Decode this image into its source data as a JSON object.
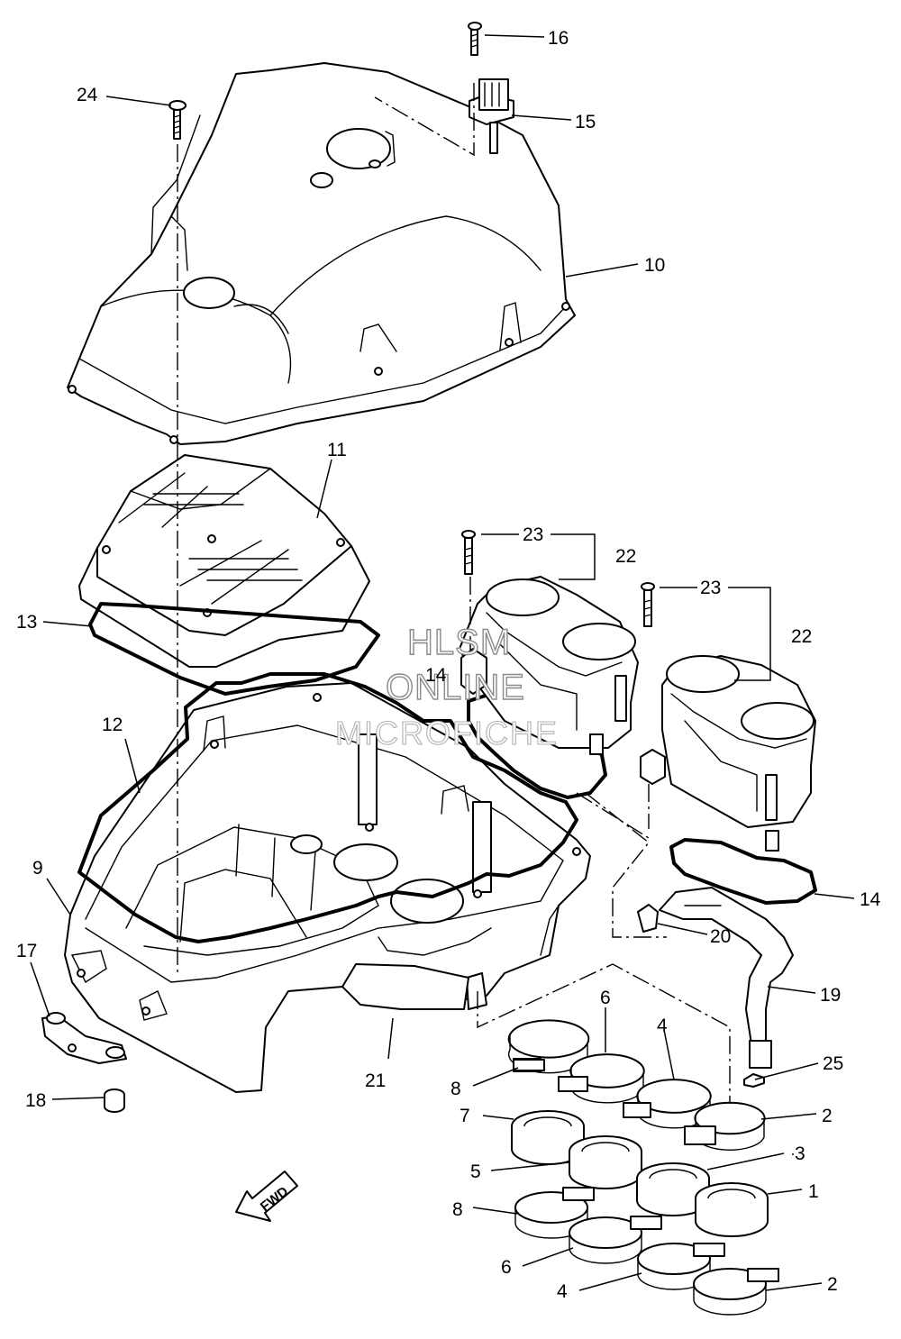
{
  "watermark": {
    "line1": "HLSM",
    "line2": "ONLINE",
    "line3": "MICROFICHE"
  },
  "direction_label": "FWD",
  "callouts": {
    "c1": "1",
    "c2a": "2",
    "c2b": "2",
    "c3": "3",
    "c4a": "4",
    "c4b": "4",
    "c5": "5",
    "c6a": "6",
    "c6b": "6",
    "c7": "7",
    "c8a": "8",
    "c8b": "8",
    "c9": "9",
    "c10": "10",
    "c11": "11",
    "c12": "12",
    "c13": "13",
    "c14a": "14",
    "c14b": "14",
    "c15": "15",
    "c16": "16",
    "c17": "17",
    "c18": "18",
    "c19": "19",
    "c20": "20",
    "c21": "21",
    "c22a": "22",
    "c22b": "22",
    "c23a": "23",
    "c23b": "23",
    "c24": "24",
    "c25": "25"
  }
}
